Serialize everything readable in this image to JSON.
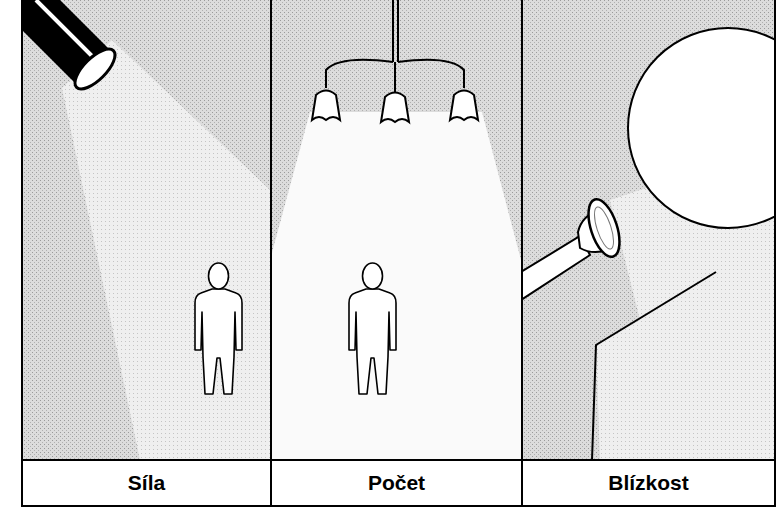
{
  "diagram": {
    "nodes": [
      {
        "text": [
          "Síla"
        ]
      },
      {
        "text": [
          "Počet"
        ]
      },
      {
        "text": [
          "Blízkost"
        ]
      }
    ]
  }
}
